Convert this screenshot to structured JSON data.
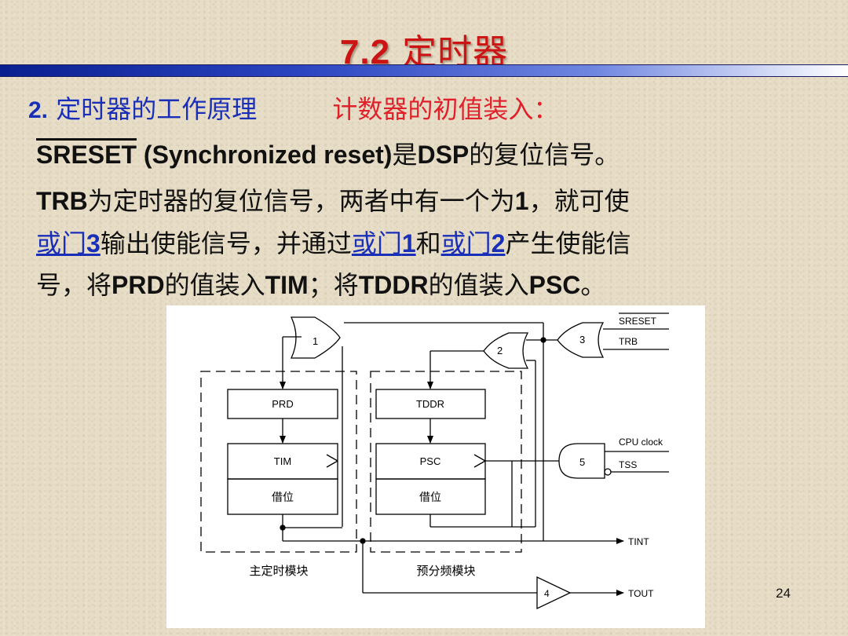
{
  "slide": {
    "title_num": "7.2",
    "title_text": "定时器",
    "subhead_num": "2.",
    "subhead_text": "定时器的工作原理",
    "subhead_red": "计数器的初值装入：",
    "line1_sreset": "SRESET",
    "line1_paren": " (Synchronized reset)",
    "line1_a": "是",
    "line1_dsp": "DSP",
    "line1_b": "的复位信号。",
    "line2_trb": "TRB",
    "line2_a": "为定时器的复位信号，两者中有一个为",
    "line2_one": "1",
    "line2_b": "，就可使",
    "line3_link1": "或门",
    "line3_link1_num": "3",
    "line3_a": "输出使能信号，并通过",
    "line3_link2": "或门",
    "line3_link2_num": "1",
    "line3_b": "和",
    "line3_link3": "或门",
    "line3_link3_num": "2",
    "line3_c": "产生使能信",
    "line4_a": "号，将",
    "line4_prd": "PRD",
    "line4_b": "的值装入",
    "line4_tim": "TIM",
    "line4_c": "；将",
    "line4_tddr": "TDDR",
    "line4_d": "的值装入",
    "line4_psc": "PSC",
    "line4_e": "。",
    "page_number": "24"
  },
  "diagram": {
    "gate1": "1",
    "gate2": "2",
    "gate3": "3",
    "gate4": "4",
    "gate5": "5",
    "sreset": "SRESET",
    "trb": "TRB",
    "cpu_clock": "CPU clock",
    "tss": "TSS",
    "prd": "PRD",
    "tddr": "TDDR",
    "tim": "TIM",
    "psc": "PSC",
    "borrow1": "借位",
    "borrow2": "借位",
    "tint": "TINT",
    "tout": "TOUT",
    "main_timer_module": "主定时模块",
    "prescaler_module": "预分频模块"
  }
}
